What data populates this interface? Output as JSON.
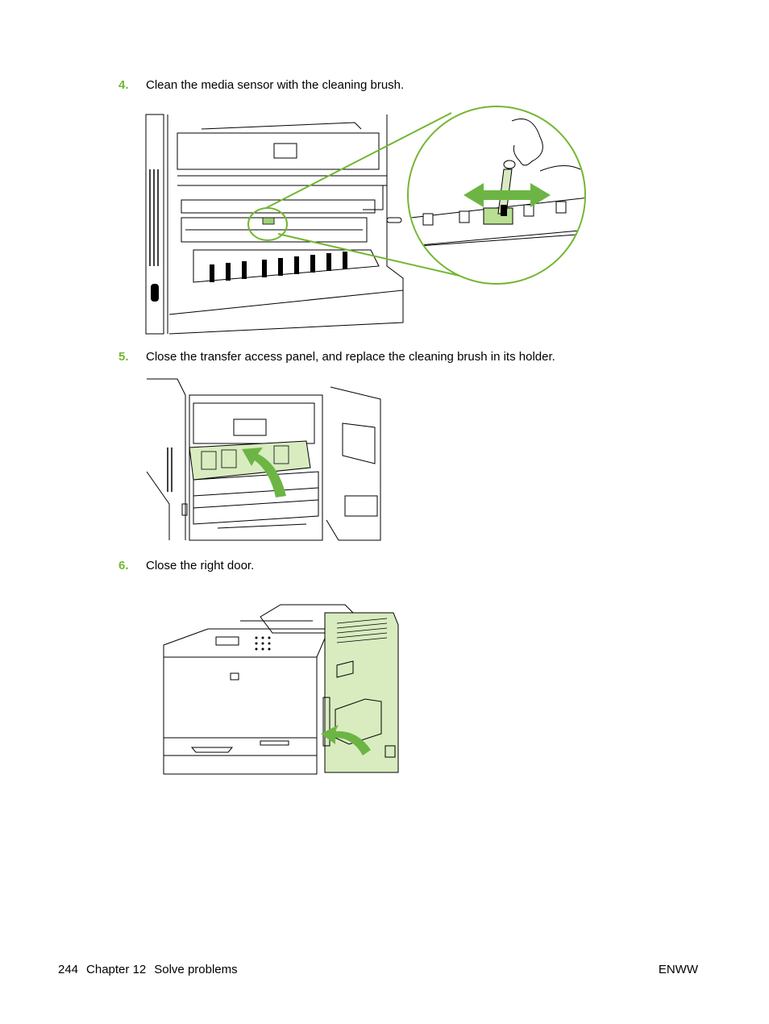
{
  "steps": [
    {
      "number": "4.",
      "text": "Clean the media sensor with the cleaning brush."
    },
    {
      "number": "5.",
      "text": "Close the transfer access panel, and replace the cleaning brush in its holder."
    },
    {
      "number": "6.",
      "text": "Close the right door."
    }
  ],
  "footer": {
    "page_number": "244",
    "chapter": "Chapter 12",
    "section": "Solve problems",
    "right_label": "ENWW"
  },
  "colors": {
    "accent_green": "#73b632",
    "arrow_green": "#6cb544",
    "panel_fill": "#d8ecc0"
  }
}
